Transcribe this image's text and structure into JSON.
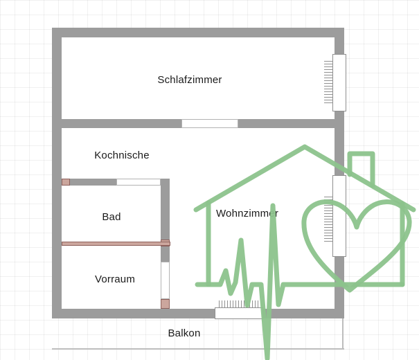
{
  "rooms": [
    {
      "label": "Schlafzimmer"
    },
    {
      "label": "Kochnische"
    },
    {
      "label": "Bad"
    },
    {
      "label": "Wohnzimmer"
    },
    {
      "label": "Vorraum"
    },
    {
      "label": "Balkon"
    }
  ],
  "icons": {
    "watermark": "house-with-heart-and-heartbeat-line",
    "radiator": "radiator-hatch-symbol",
    "window": "window-symbol"
  },
  "colors": {
    "wall": "#9c9c9c",
    "door_fill": "#cba69d",
    "door_frame": "#8d615c",
    "watermark_green": "#8cc38c",
    "label_text": "#1a1a1a"
  }
}
